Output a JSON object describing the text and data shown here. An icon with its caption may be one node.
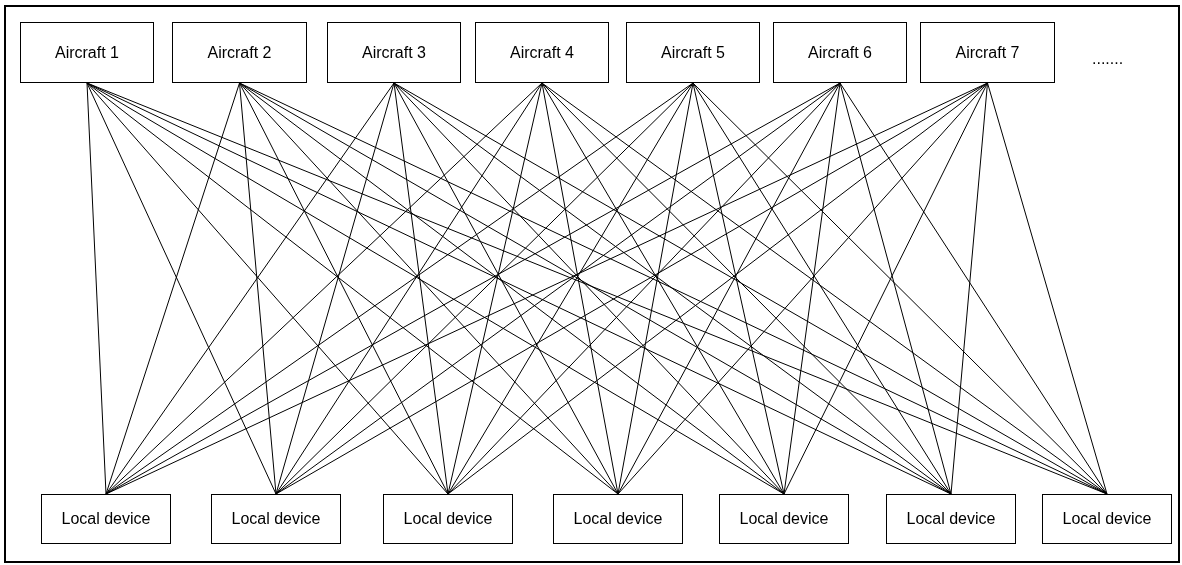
{
  "diagram": {
    "nodes": [
      {
        "text": [
          "Aircraft 1"
        ]
      },
      {
        "text": [
          "Aircraft 2"
        ]
      },
      {
        "text": [
          "Aircraft 3"
        ]
      },
      {
        "text": [
          "Aircraft 4"
        ]
      },
      {
        "text": [
          "Aircraft 5"
        ]
      },
      {
        "text": [
          "Aircraft 6"
        ]
      },
      {
        "text": [
          "Aircraft 7"
        ]
      },
      {
        "text": [
          "Local device"
        ]
      },
      {
        "text": [
          "Local device"
        ]
      },
      {
        "text": [
          "Local device"
        ]
      },
      {
        "text": [
          "Local device"
        ]
      },
      {
        "text": [
          "Local device"
        ]
      },
      {
        "text": [
          "Local device"
        ]
      },
      {
        "text": [
          "Local device"
        ]
      }
    ],
    "edges": [
      {
        "from": 0,
        "to": 7,
        "arrow": "none"
      },
      {
        "from": 0,
        "to": 8,
        "arrow": "none"
      },
      {
        "from": 0,
        "to": 9,
        "arrow": "none"
      },
      {
        "from": 0,
        "to": 10,
        "arrow": "none"
      },
      {
        "from": 0,
        "to": 11,
        "arrow": "none"
      },
      {
        "from": 0,
        "to": 12,
        "arrow": "none"
      },
      {
        "from": 0,
        "to": 13,
        "arrow": "none"
      },
      {
        "from": 1,
        "to": 7,
        "arrow": "none"
      },
      {
        "from": 1,
        "to": 8,
        "arrow": "none"
      },
      {
        "from": 1,
        "to": 9,
        "arrow": "none"
      },
      {
        "from": 1,
        "to": 10,
        "arrow": "none"
      },
      {
        "from": 1,
        "to": 11,
        "arrow": "none"
      },
      {
        "from": 1,
        "to": 12,
        "arrow": "none"
      },
      {
        "from": 1,
        "to": 13,
        "arrow": "none"
      },
      {
        "from": 2,
        "to": 7,
        "arrow": "none"
      },
      {
        "from": 2,
        "to": 8,
        "arrow": "none"
      },
      {
        "from": 2,
        "to": 9,
        "arrow": "none"
      },
      {
        "from": 2,
        "to": 10,
        "arrow": "none"
      },
      {
        "from": 2,
        "to": 11,
        "arrow": "none"
      },
      {
        "from": 2,
        "to": 12,
        "arrow": "none"
      },
      {
        "from": 2,
        "to": 13,
        "arrow": "none"
      },
      {
        "from": 3,
        "to": 7,
        "arrow": "none"
      },
      {
        "from": 3,
        "to": 8,
        "arrow": "none"
      },
      {
        "from": 3,
        "to": 9,
        "arrow": "none"
      },
      {
        "from": 3,
        "to": 10,
        "arrow": "none"
      },
      {
        "from": 3,
        "to": 11,
        "arrow": "none"
      },
      {
        "from": 3,
        "to": 12,
        "arrow": "none"
      },
      {
        "from": 3,
        "to": 13,
        "arrow": "none"
      },
      {
        "from": 4,
        "to": 7,
        "arrow": "none"
      },
      {
        "from": 4,
        "to": 8,
        "arrow": "none"
      },
      {
        "from": 4,
        "to": 9,
        "arrow": "none"
      },
      {
        "from": 4,
        "to": 10,
        "arrow": "none"
      },
      {
        "from": 4,
        "to": 11,
        "arrow": "none"
      },
      {
        "from": 4,
        "to": 12,
        "arrow": "none"
      },
      {
        "from": 4,
        "to": 13,
        "arrow": "none"
      },
      {
        "from": 5,
        "to": 7,
        "arrow": "none"
      },
      {
        "from": 5,
        "to": 8,
        "arrow": "none"
      },
      {
        "from": 5,
        "to": 9,
        "arrow": "none"
      },
      {
        "from": 5,
        "to": 10,
        "arrow": "none"
      },
      {
        "from": 5,
        "to": 11,
        "arrow": "none"
      },
      {
        "from": 5,
        "to": 12,
        "arrow": "none"
      },
      {
        "from": 5,
        "to": 13,
        "arrow": "none"
      },
      {
        "from": 6,
        "to": 7,
        "arrow": "none"
      },
      {
        "from": 6,
        "to": 8,
        "arrow": "none"
      },
      {
        "from": 6,
        "to": 9,
        "arrow": "none"
      },
      {
        "from": 6,
        "to": 10,
        "arrow": "none"
      },
      {
        "from": 6,
        "to": 11,
        "arrow": "none"
      },
      {
        "from": 6,
        "to": 12,
        "arrow": "none"
      },
      {
        "from": 6,
        "to": 13,
        "arrow": "none"
      }
    ],
    "labels": [
      "......."
    ]
  }
}
